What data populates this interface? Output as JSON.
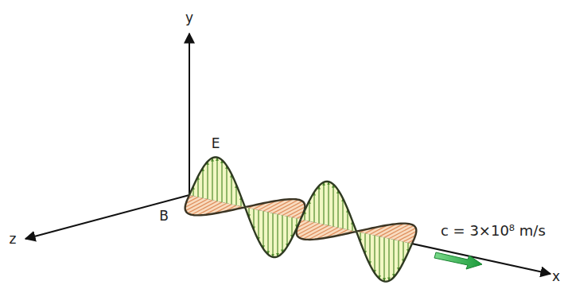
{
  "diagram": {
    "labels": [
      "y",
      "E",
      "B",
      "z",
      "c = 3×10⁸ m/s",
      "x"
    ]
  }
}
